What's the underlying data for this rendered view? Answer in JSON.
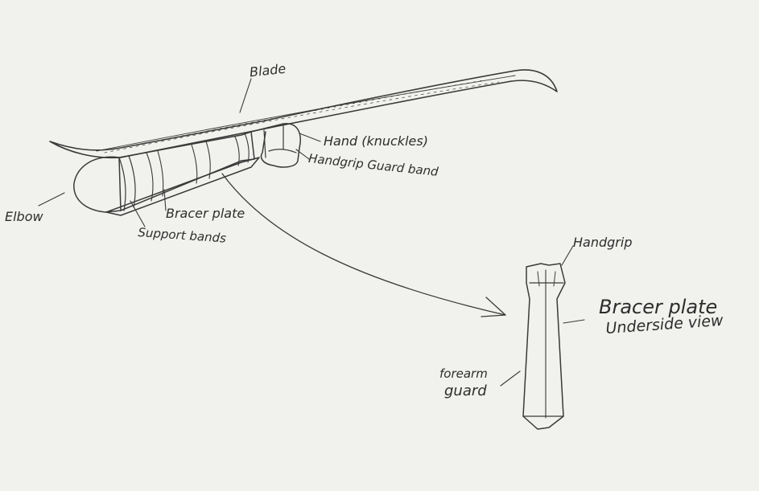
{
  "labels": {
    "blade": "Blade",
    "hand_knuckles": "Hand (knuckles)",
    "handgrip_guard_band": "Handgrip Guard band",
    "elbow": "Elbow",
    "bracer_plate": "Bracer plate",
    "support_bands": "Support bands",
    "handgrip": "Handgrip",
    "bracer_plate_title": "Bracer plate",
    "underside_view": "Underside view",
    "forearm": "forearm",
    "guard": "guard"
  },
  "colors": {
    "paper": "#f1f1ee",
    "pencil": "#3a3a3a"
  }
}
